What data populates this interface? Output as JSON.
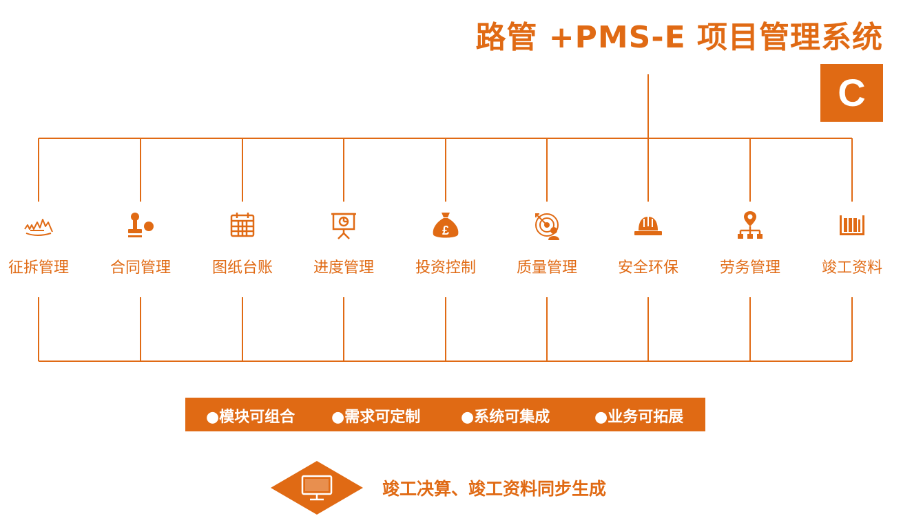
{
  "header": {
    "title": "路管 +PMS-E 项目管理系统",
    "badge": "C"
  },
  "modules": [
    {
      "label": "征拆管理",
      "icon": "demolition-icon"
    },
    {
      "label": "合同管理",
      "icon": "stamp-icon"
    },
    {
      "label": "图纸台账",
      "icon": "calendar-icon"
    },
    {
      "label": "进度管理",
      "icon": "presentation-chart-icon"
    },
    {
      "label": "投资控制",
      "icon": "money-bag-icon"
    },
    {
      "label": "质量管理",
      "icon": "target-icon"
    },
    {
      "label": "安全环保",
      "icon": "hard-hat-icon"
    },
    {
      "label": "劳务管理",
      "icon": "org-chart-icon"
    },
    {
      "label": "竣工资料",
      "icon": "files-icon"
    }
  ],
  "features": [
    "●模块可组合",
    "●需求可定制",
    "●系统可集成",
    "●业务可拓展"
  ],
  "footer": {
    "text": "竣工决算、竣工资料同步生成",
    "icon": "monitor-icon"
  },
  "colors": {
    "accent": "#e06a14",
    "background": "#ffffff"
  }
}
